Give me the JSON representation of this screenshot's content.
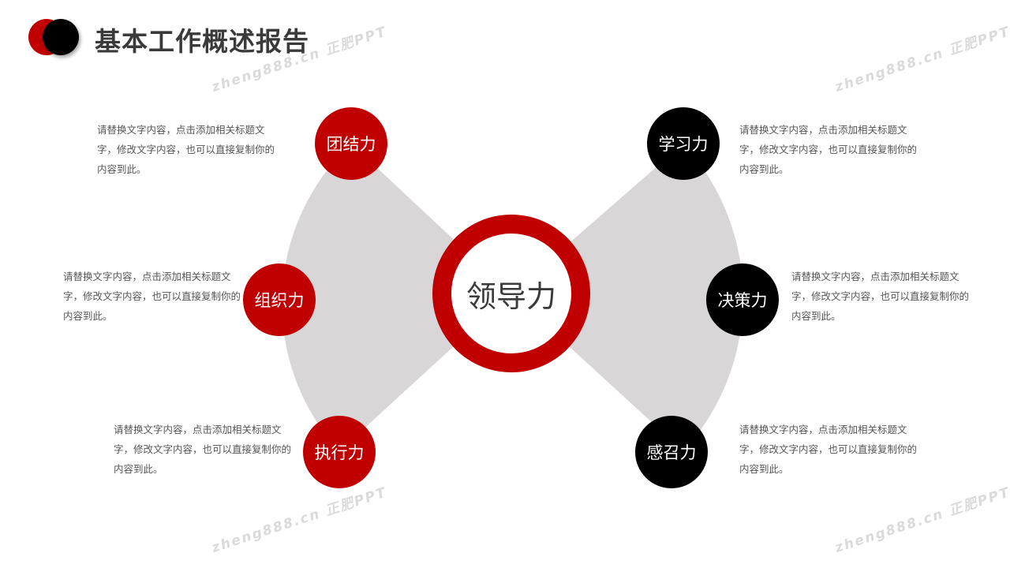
{
  "header": {
    "title": "基本工作概述报告"
  },
  "center": {
    "label": "领导力"
  },
  "colors": {
    "red": "#c00000",
    "black": "#000000",
    "wedge": "#d9d9d9",
    "text": "#3a3a3a"
  },
  "nodes": [
    {
      "label": "团结力",
      "description": "请替换文字内容，点击添加相关标题文字，修改文字内容，也可以直接复制你的内容到此。"
    },
    {
      "label": "组织力",
      "description": "请替换文字内容，点击添加相关标题文字，修改文字内容，也可以直接复制你的内容到此。"
    },
    {
      "label": "执行力",
      "description": "请替换文字内容，点击添加相关标题文字，修改文字内容，也可以直接复制你的内容到此。"
    },
    {
      "label": "学习力",
      "description": "请替换文字内容，点击添加相关标题文字，修改文字内容，也可以直接复制你的内容到此。"
    },
    {
      "label": "决策力",
      "description": "请替换文字内容，点击添加相关标题文字，修改文字内容，也可以直接复制你的内容到此。"
    },
    {
      "label": "感召力",
      "description": "请替换文字内容，点击添加相关标题文字，修改文字内容，也可以直接复制你的内容到此。"
    }
  ],
  "watermarks": [
    "zheng888.cn 正肥PPT",
    "zheng888.cn 正肥PPT",
    "zheng888.cn 正肥PPT",
    "zheng888.cn 正肥PPT"
  ]
}
